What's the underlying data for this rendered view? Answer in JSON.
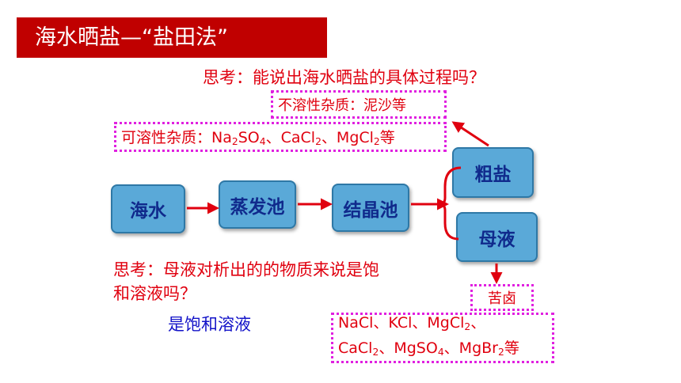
{
  "title": "海水晒盐—“盐田法”",
  "question1": "思考：能说出海水晒盐的具体过程吗？",
  "question2": {
    "line1": "思考：母液对析出的的物质来说是饱",
    "line2": "和溶液吗？"
  },
  "answer": "是饱和溶液",
  "flow": {
    "seawater": "海水",
    "evaporation_pond": "蒸发池",
    "crystallization_pond": "结晶池",
    "crude_salt": "粗盐",
    "mother_liquor": "母液"
  },
  "insoluble_impurities": "不溶性杂质：泥沙等",
  "soluble_impurities": {
    "prefix": "可溶性杂质：Na",
    "s1": "2",
    "mid1": "SO",
    "s2": "4",
    "mid2": "、CaCl",
    "s3": "2",
    "mid3": "、MgCl",
    "s4": "2",
    "suffix": "等"
  },
  "bittern_label": "苦卤",
  "bittern_contents": {
    "line1": "NaCl、KCl、MgCl",
    "l1s": "2",
    "l1end": "、",
    "line2a": "CaCl",
    "l2s1": "2",
    "line2b": "、MgSO",
    "l2s2": "4",
    "line2c": "、MgBr",
    "l2s3": "2",
    "line2d": "等"
  },
  "colors": {
    "title_bar": "#c00000",
    "arrow": "#e0000f",
    "box_fill": "#5aa9d8",
    "box_text": "#102a8c",
    "dotted_border": "#e020e0",
    "answer_text": "#1212c8"
  }
}
